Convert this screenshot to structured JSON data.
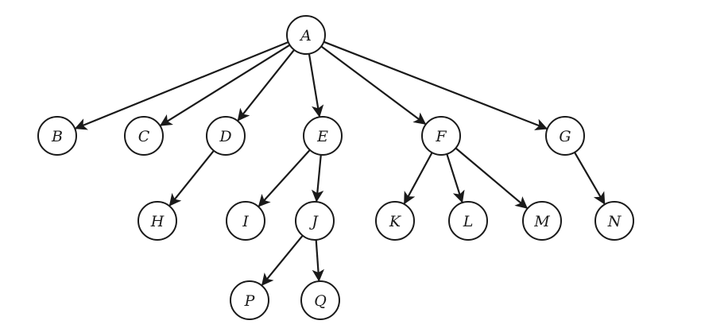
{
  "diagram": {
    "type": "tree",
    "colors": {
      "stroke": "#1a1a1a",
      "node_fill": "#ffffff",
      "background": "#ffffff"
    },
    "nodes": [
      {
        "id": "A",
        "label": "A"
      },
      {
        "id": "B",
        "label": "B"
      },
      {
        "id": "C",
        "label": "C"
      },
      {
        "id": "D",
        "label": "D"
      },
      {
        "id": "E",
        "label": "E"
      },
      {
        "id": "F",
        "label": "F"
      },
      {
        "id": "G",
        "label": "G"
      },
      {
        "id": "H",
        "label": "H"
      },
      {
        "id": "I",
        "label": "I"
      },
      {
        "id": "J",
        "label": "J"
      },
      {
        "id": "K",
        "label": "K"
      },
      {
        "id": "L",
        "label": "L"
      },
      {
        "id": "M",
        "label": "M"
      },
      {
        "id": "N",
        "label": "N"
      },
      {
        "id": "P",
        "label": "P"
      },
      {
        "id": "Q",
        "label": "Q"
      }
    ],
    "edges": [
      {
        "from": "A",
        "to": "B"
      },
      {
        "from": "A",
        "to": "C"
      },
      {
        "from": "A",
        "to": "D"
      },
      {
        "from": "A",
        "to": "E"
      },
      {
        "from": "A",
        "to": "F"
      },
      {
        "from": "A",
        "to": "G"
      },
      {
        "from": "D",
        "to": "H"
      },
      {
        "from": "E",
        "to": "I"
      },
      {
        "from": "E",
        "to": "J"
      },
      {
        "from": "F",
        "to": "K"
      },
      {
        "from": "F",
        "to": "L"
      },
      {
        "from": "F",
        "to": "M"
      },
      {
        "from": "G",
        "to": "N"
      },
      {
        "from": "J",
        "to": "P"
      },
      {
        "from": "J",
        "to": "Q"
      }
    ]
  }
}
